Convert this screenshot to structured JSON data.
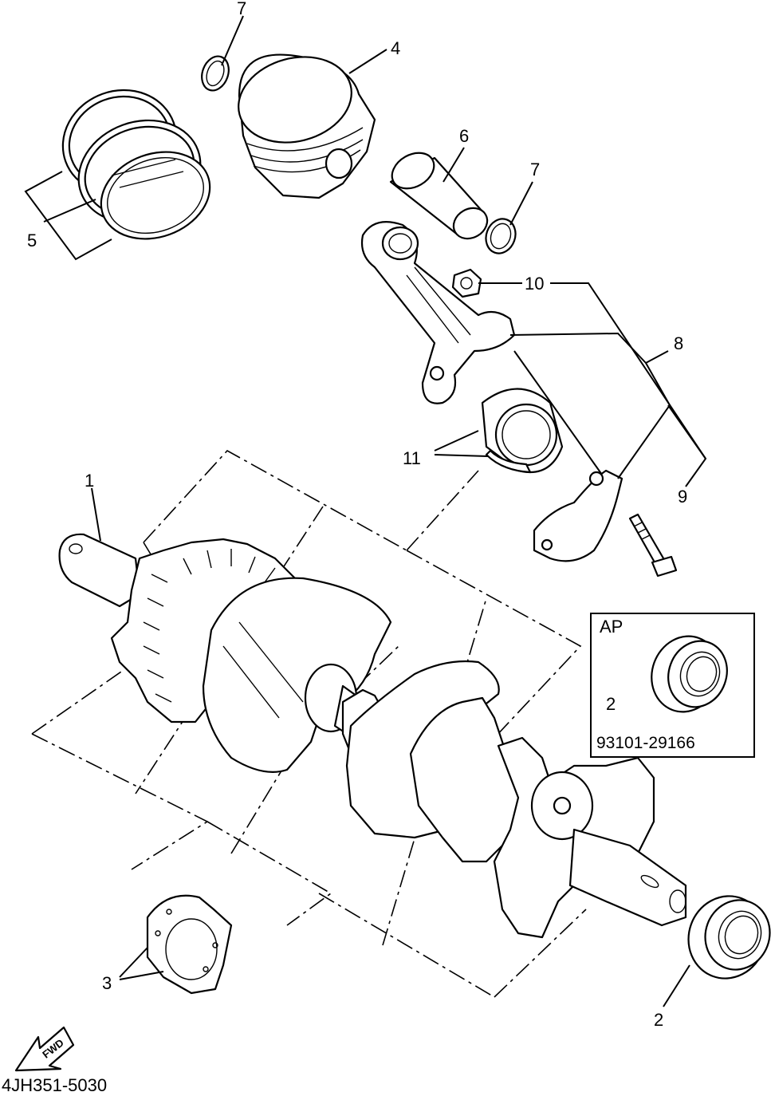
{
  "callouts": {
    "c1": "1",
    "c2a": "2",
    "c2b": "2",
    "c3": "3",
    "c4": "4",
    "c5": "5",
    "c6": "6",
    "c7a": "7",
    "c7b": "7",
    "c8": "8",
    "c9": "9",
    "c10": "10",
    "c11": "11"
  },
  "inset": {
    "label": "AP",
    "part_number": "93101-29166"
  },
  "fwd_label": "FWD",
  "diagram_code": "4JH351-5030"
}
